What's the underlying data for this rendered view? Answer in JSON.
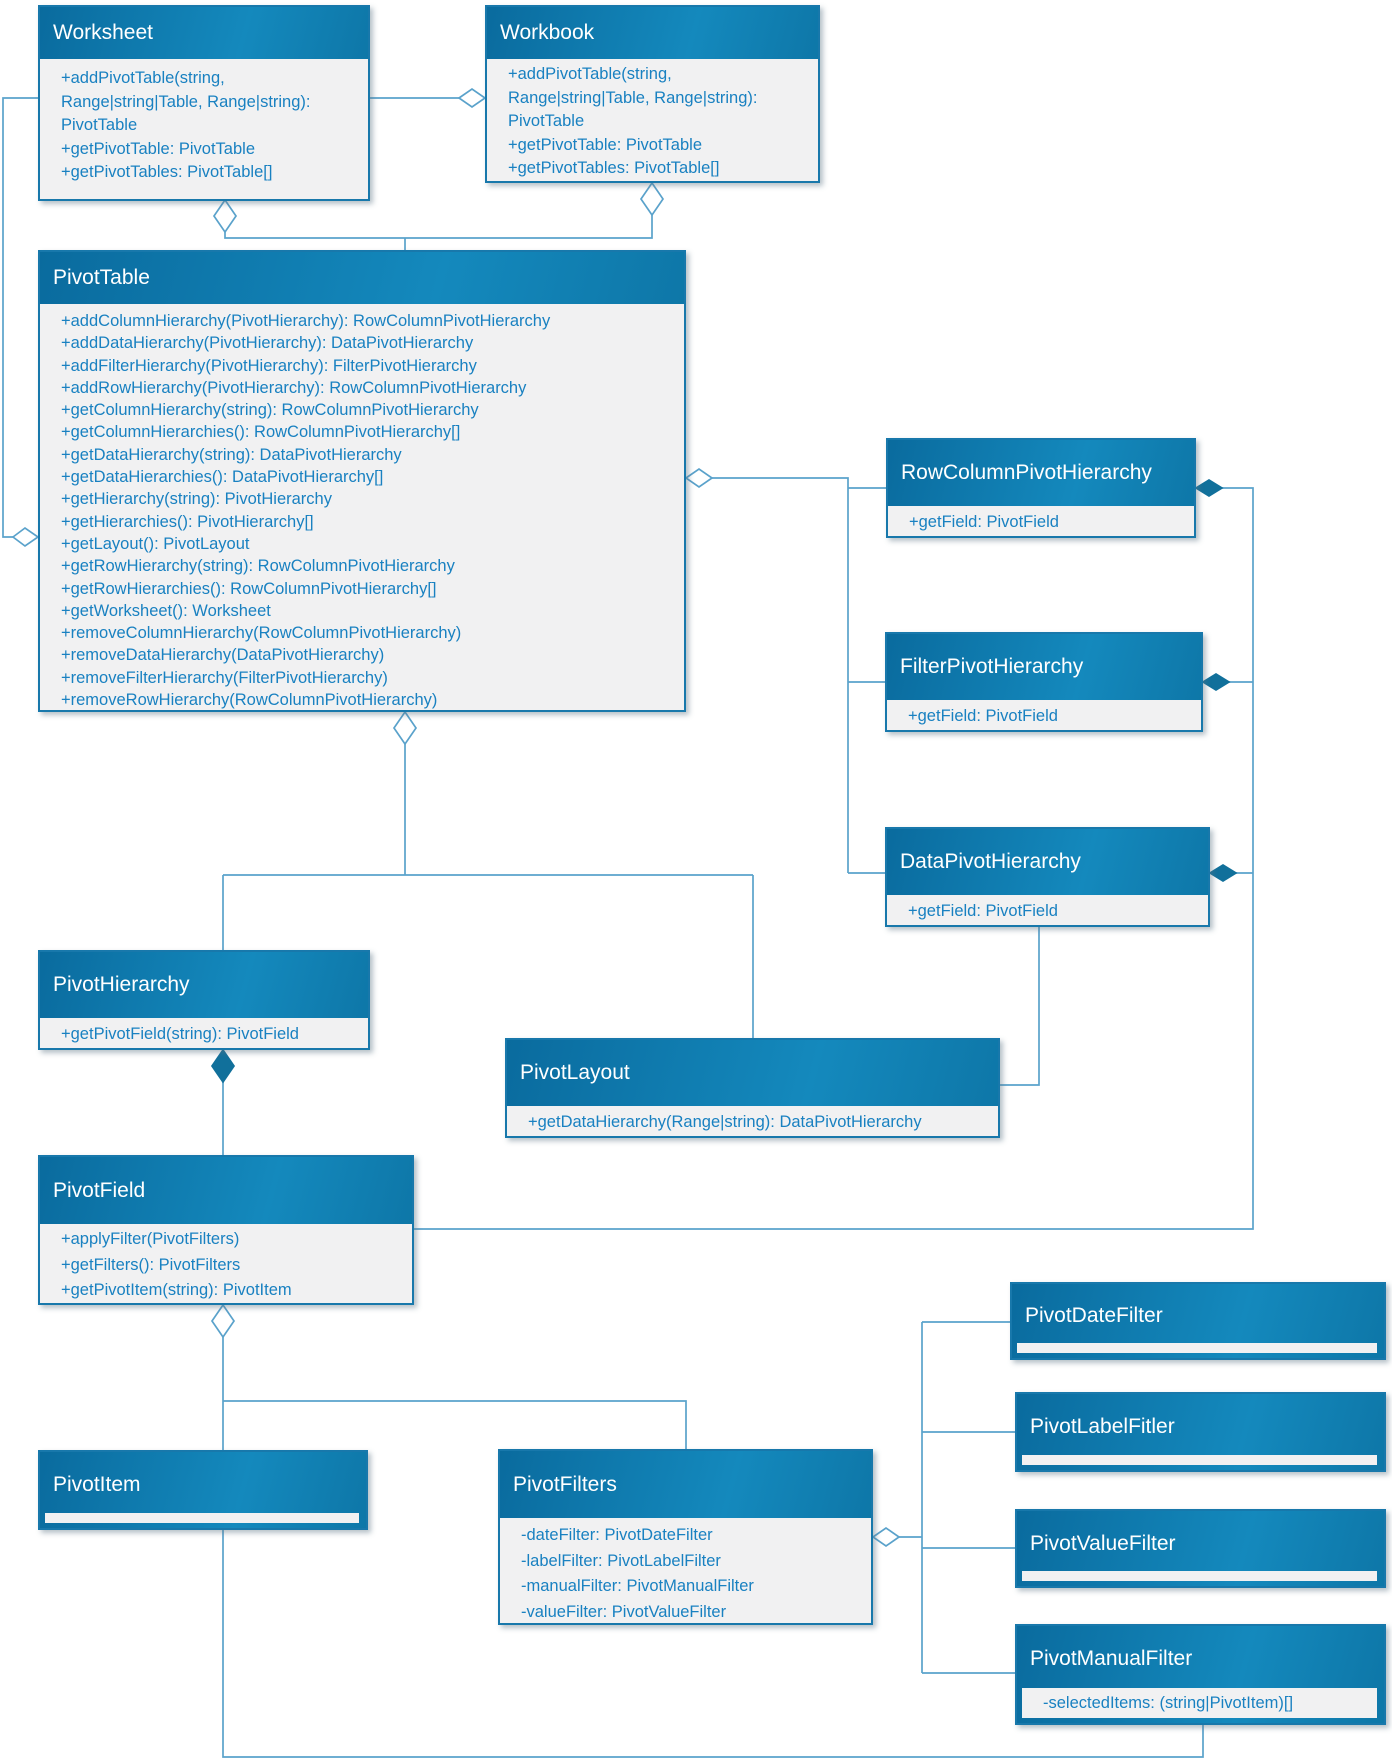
{
  "colors": {
    "header_gradient_start": "#0a6b9e",
    "header_gradient_end": "#1489bd",
    "body_background": "#f1f1f2",
    "box_border": "#1878ab",
    "member_text": "#1981c1",
    "title_text": "#ffffff",
    "connector_line": "#5aa2cb",
    "filled_diamond": "#11709b",
    "canvas_background": "#ffffff"
  },
  "notation": {
    "open_diamond": "aggregation",
    "filled_diamond": "composition"
  },
  "classes": [
    {
      "id": "worksheet",
      "title": "Worksheet",
      "members": [
        "+addPivotTable(string,",
        "Range|string|Table, Range|string):",
        "PivotTable",
        "+getPivotTable: PivotTable",
        "+getPivotTables: PivotTable[]"
      ]
    },
    {
      "id": "workbook",
      "title": "Workbook",
      "members": [
        "+addPivotTable(string,",
        "Range|string|Table, Range|string):",
        "PivotTable",
        "+getPivotTable: PivotTable",
        "+getPivotTables: PivotTable[]"
      ]
    },
    {
      "id": "pivottable",
      "title": "PivotTable",
      "members": [
        "+addColumnHierarchy(PivotHierarchy): RowColumnPivotHierarchy",
        "+addDataHierarchy(PivotHierarchy): DataPivotHierarchy",
        "+addFilterHierarchy(PivotHierarchy): FilterPivotHierarchy",
        "+addRowHierarchy(PivotHierarchy): RowColumnPivotHierarchy",
        "+getColumnHierarchy(string): RowColumnPivotHierarchy",
        "+getColumnHierarchies(): RowColumnPivotHierarchy[]",
        "+getDataHierarchy(string): DataPivotHierarchy",
        "+getDataHierarchies(): DataPivotHierarchy[]",
        "+getHierarchy(string): PivotHierarchy",
        "+getHierarchies(): PivotHierarchy[]",
        "+getLayout(): PivotLayout",
        "+getRowHierarchy(string): RowColumnPivotHierarchy",
        "+getRowHierarchies(): RowColumnPivotHierarchy[]",
        "+getWorksheet(): Worksheet",
        "+removeColumnHierarchy(RowColumnPivotHierarchy)",
        "+removeDataHierarchy(DataPivotHierarchy)",
        "+removeFilterHierarchy(FilterPivotHierarchy)",
        "+removeRowHierarchy(RowColumnPivotHierarchy)"
      ]
    },
    {
      "id": "rowcolumnpivothierarchy",
      "title": "RowColumnPivotHierarchy",
      "members": [
        "+getField: PivotField"
      ]
    },
    {
      "id": "filterpivothierarchy",
      "title": "FilterPivotHierarchy",
      "members": [
        "+getField: PivotField"
      ]
    },
    {
      "id": "datapivothierarchy",
      "title": "DataPivotHierarchy",
      "members": [
        "+getField: PivotField"
      ]
    },
    {
      "id": "pivothierarchy",
      "title": "PivotHierarchy",
      "members": [
        "+getPivotField(string): PivotField"
      ]
    },
    {
      "id": "pivotlayout",
      "title": "PivotLayout",
      "members": [
        "+getDataHierarchy(Range|string): DataPivotHierarchy"
      ]
    },
    {
      "id": "pivotfield",
      "title": "PivotField",
      "members": [
        "+applyFilter(PivotFilters)",
        "+getFilters(): PivotFilters",
        "+getPivotItem(string): PivotItem"
      ]
    },
    {
      "id": "pivotitem",
      "title": "PivotItem",
      "members": []
    },
    {
      "id": "pivotfilters",
      "title": "PivotFilters",
      "members": [
        "-dateFilter: PivotDateFilter",
        "-labelFilter: PivotLabelFilter",
        "-manualFilter: PivotManualFilter",
        "-valueFilter: PivotValueFilter"
      ]
    },
    {
      "id": "pivotdatefilter",
      "title": "PivotDateFilter",
      "members": []
    },
    {
      "id": "pivotlabelfitler",
      "title": "PivotLabelFitler",
      "members": []
    },
    {
      "id": "pivotvaluefilter",
      "title": "PivotValueFilter",
      "members": []
    },
    {
      "id": "pivotmanualfilter",
      "title": "PivotManualFilter",
      "members": [
        "-selectedItems: (string|PivotItem)[]"
      ]
    }
  ]
}
